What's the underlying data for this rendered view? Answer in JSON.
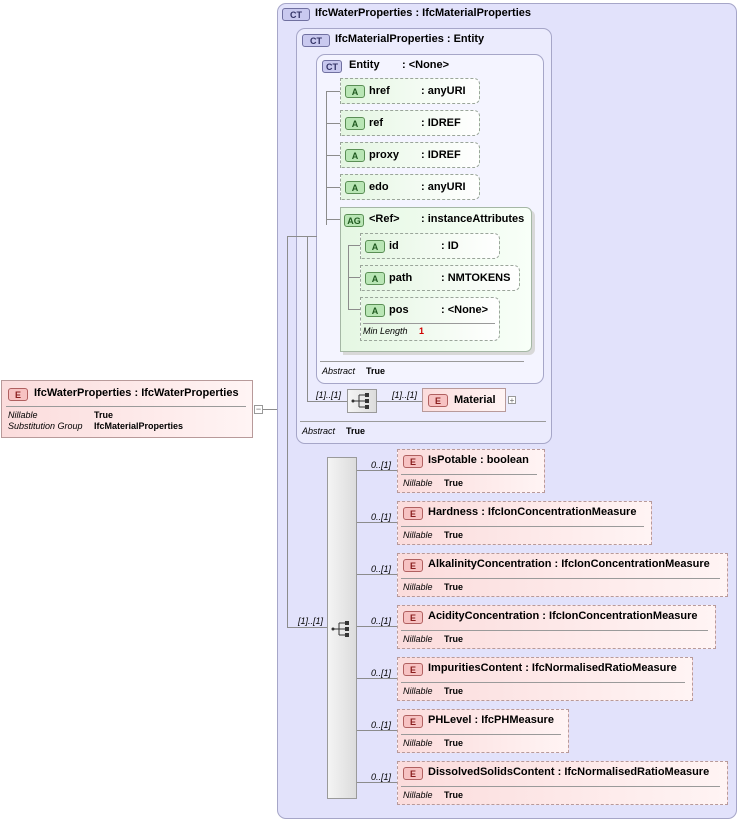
{
  "root": {
    "badge": "E",
    "name": "IfcWaterProperties",
    "type": ": IfcWaterProperties",
    "props": [
      {
        "label": "Nillable",
        "value": "True"
      },
      {
        "label": "Substitution Group",
        "value": "IfcMaterialProperties"
      }
    ]
  },
  "outer_ct": {
    "badge": "CT",
    "title": "IfcWaterProperties : IfcMaterialProperties"
  },
  "mid_ct": {
    "badge": "CT",
    "title": "IfcMaterialProperties : Entity",
    "abstract_label": "Abstract",
    "abstract_value": "True"
  },
  "inner_ct": {
    "badge": "CT",
    "name": "Entity",
    "type": ": <None>",
    "abstract_label": "Abstract",
    "abstract_value": "True"
  },
  "attributes": [
    {
      "badge": "A",
      "name": "href",
      "type": ": anyURI"
    },
    {
      "badge": "A",
      "name": "ref",
      "type": ": IDREF"
    },
    {
      "badge": "A",
      "name": "proxy",
      "type": ": IDREF"
    },
    {
      "badge": "A",
      "name": "edo",
      "type": ": anyURI"
    }
  ],
  "attr_group": {
    "badge": "AG",
    "name": "<Ref>",
    "type": ": instanceAttributes",
    "items": [
      {
        "badge": "A",
        "name": "id",
        "type": ": ID"
      },
      {
        "badge": "A",
        "name": "path",
        "type": ": NMTOKENS"
      },
      {
        "badge": "A",
        "name": "pos",
        "type": ": <None>",
        "facet_label": "Min Length",
        "facet_value": "1"
      }
    ]
  },
  "material": {
    "occ_left": "[1]..[1]",
    "occ_right": "[1]..[1]",
    "badge": "E",
    "name": "Material",
    "plus": "+"
  },
  "seq_occ": "[1]..[1]",
  "elements": [
    {
      "occ": "0..[1]",
      "badge": "E",
      "name": "IsPotable",
      "type": ": boolean",
      "prop_label": "Nillable",
      "prop_value": "True"
    },
    {
      "occ": "0..[1]",
      "badge": "E",
      "name": "Hardness",
      "type": ": IfcIonConcentrationMeasure",
      "prop_label": "Nillable",
      "prop_value": "True"
    },
    {
      "occ": "0..[1]",
      "badge": "E",
      "name": "AlkalinityConcentration",
      "type": ": IfcIonConcentrationMeasure",
      "prop_label": "Nillable",
      "prop_value": "True"
    },
    {
      "occ": "0..[1]",
      "badge": "E",
      "name": "AcidityConcentration",
      "type": ": IfcIonConcentrationMeasure",
      "prop_label": "Nillable",
      "prop_value": "True"
    },
    {
      "occ": "0..[1]",
      "badge": "E",
      "name": "ImpuritiesContent",
      "type": ": IfcNormalisedRatioMeasure",
      "prop_label": "Nillable",
      "prop_value": "True"
    },
    {
      "occ": "0..[1]",
      "badge": "E",
      "name": "PHLevel",
      "type": ": IfcPHMeasure",
      "prop_label": "Nillable",
      "prop_value": "True"
    },
    {
      "occ": "0..[1]",
      "badge": "E",
      "name": "DissolvedSolidsContent",
      "type": ": IfcNormalisedRatioMeasure",
      "prop_label": "Nillable",
      "prop_value": "True"
    }
  ],
  "minus": "−"
}
